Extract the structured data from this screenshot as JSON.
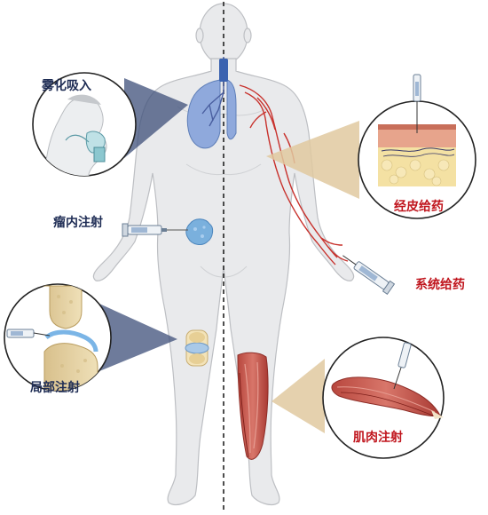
{
  "labels": {
    "nebulized_inhalation": "雾化吸入",
    "intratumoral_injection": "瘤内注射",
    "local_injection": "局部注射",
    "transdermal_delivery": "经皮给药",
    "systemic_delivery": "系统给药",
    "intramuscular_injection": "肌肉注射"
  },
  "colors": {
    "label_dark": "#1f2d55",
    "label_red": "#c0151d",
    "body_fill": "#e9eaec",
    "body_outline": "#bdbfc3",
    "lung": "#7f9fd6",
    "tumor": "#7ab0dd",
    "callout_wedge": "#3e4f7a",
    "callout_wedge_warm": "#e0c9a0",
    "vessel": "#c8312c",
    "muscle": "#c0574c"
  },
  "icons": [
    "body-silhouette",
    "lung-icon",
    "tumor-icon",
    "syringe-icon",
    "knee-joint-icon",
    "leg-muscle-icon",
    "inhalation-mask-icon",
    "skin-layer-icon",
    "muscle-bundle-icon",
    "bone-joint-icon"
  ]
}
